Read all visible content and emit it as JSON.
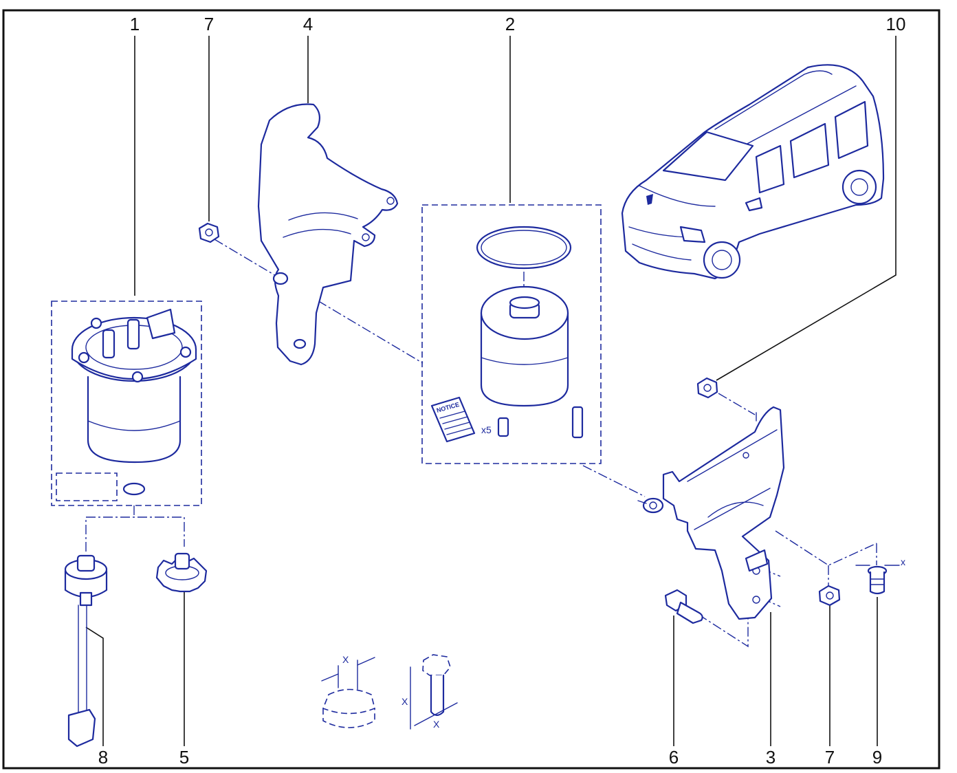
{
  "callouts": [
    "1",
    "7",
    "4",
    "2",
    "10",
    "8",
    "5",
    "6",
    "3",
    "7",
    "9"
  ],
  "kit": {
    "notice_label": "NOTICE",
    "quantity_label": "x5"
  },
  "legend": {
    "x_mark": "X",
    "x_mark_small": "x"
  },
  "colors": {
    "line": "#1d2a9e",
    "label": "#111111",
    "border": "#111111",
    "background": "#ffffff"
  }
}
